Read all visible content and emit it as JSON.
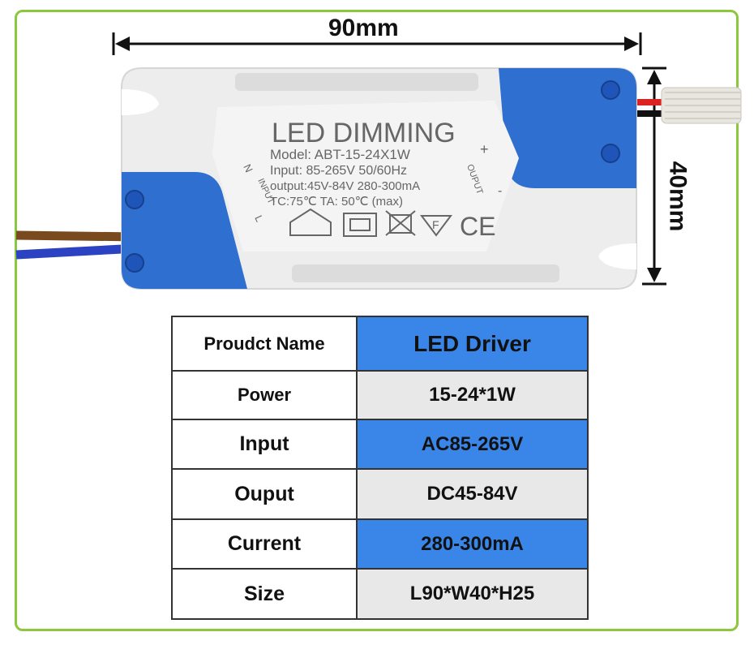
{
  "dimensions": {
    "width_label": "90mm",
    "height_label": "40mm"
  },
  "label": {
    "title": "LED DIMMING",
    "model": "Model: ABT-15-24X1W",
    "input": "Input: 85-265V  50/60Hz",
    "output": "output:45V-84V 280-300mA",
    "temp": "TC:75℃  TA: 50℃  (max)",
    "input_side": "INPUT",
    "output_side": "OUPUT",
    "n_mark": "N",
    "l_mark": "L",
    "plus_mark": "+",
    "minus_mark": "-",
    "ce_mark": "CE",
    "f_mark": "F"
  },
  "colors": {
    "frame": "#8dc63f",
    "blue": "#3a86e8",
    "grey": "#e8e8e8",
    "case_blue": "#2f6fd0"
  },
  "specs": [
    {
      "key": "Proudct Name",
      "value": "LED Driver",
      "style": "blue"
    },
    {
      "key": "Power",
      "value": "15-24*1W",
      "style": "grey"
    },
    {
      "key": "Input",
      "value": "AC85-265V",
      "style": "blue"
    },
    {
      "key": "Ouput",
      "value": "DC45-84V",
      "style": "grey"
    },
    {
      "key": "Current",
      "value": "280-300mA",
      "style": "blue"
    },
    {
      "key": "Size",
      "value": "L90*W40*H25",
      "style": "grey"
    }
  ]
}
